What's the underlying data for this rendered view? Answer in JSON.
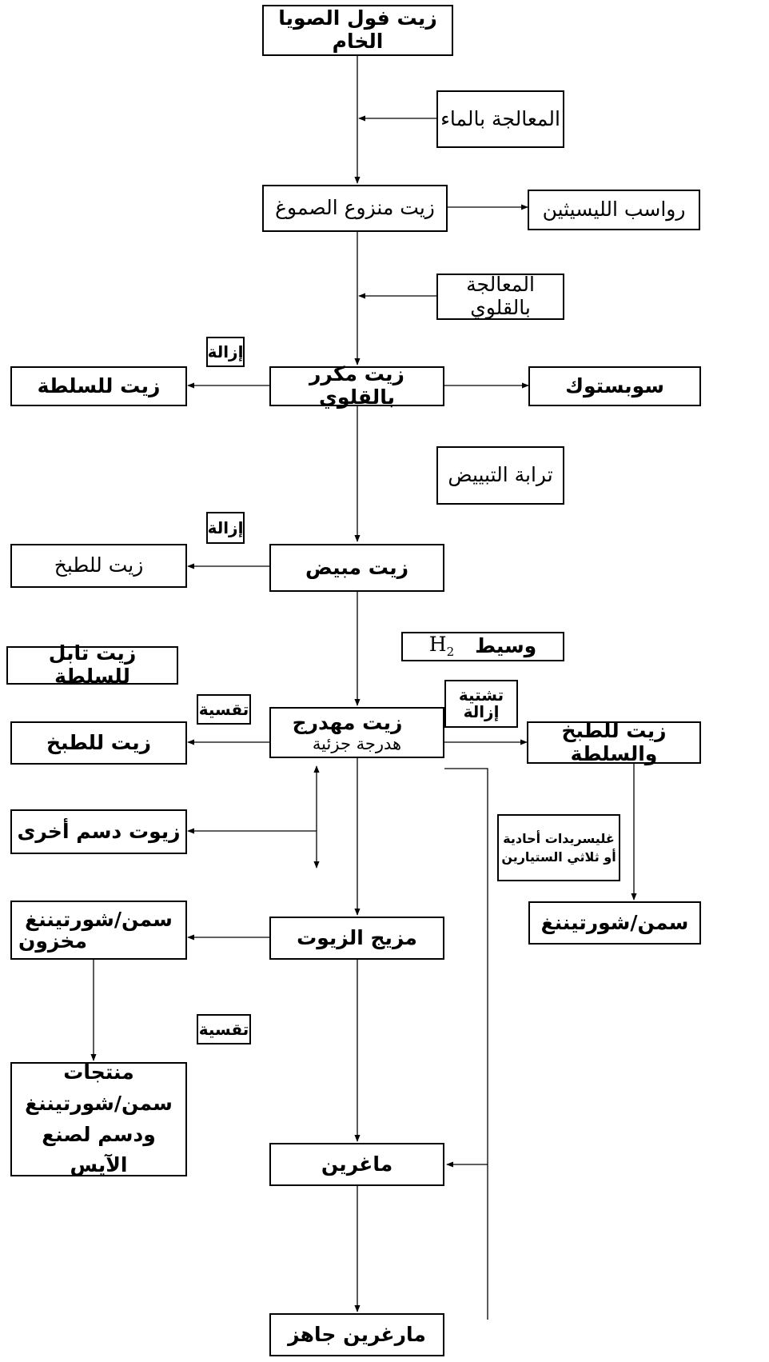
{
  "nodes": {
    "crude_soy_oil": "زيت فول الصويا الخام",
    "water_treatment": "المعالجة بالماء",
    "degummed_oil": "زيت منزوع الصموغ",
    "lecithin_sediment": "رواسب الليسيثين",
    "alkali_treatment": "المعالجة بالقلوي",
    "alkali_refined_oil": "زيت مكرر بالقلوي",
    "salad_oil": "زيت للسلطة",
    "soapstock": "سوبستوك",
    "bleaching_earth": "ترابة التبييض",
    "bleached_oil": "زيت مبيض",
    "cooking_oil_1": "زيت للطبخ",
    "catalyst": "وسيط",
    "h2_symbol": "H",
    "h2_subscript": "2",
    "seasoned_salad_oil": "زيت تابل للسلطة",
    "hydrogenated_oil": "زيت مهدرج",
    "partial_hydrogenation": "هدرجة جزئية",
    "cooking_oil_2": "زيت للطبخ",
    "cooking_salad_oil": "زيت للطبخ والسلطة",
    "other_fats": "زيوت دسم أخرى",
    "glycerides_line1": "غليسريدات أحادية",
    "glycerides_line2": "أو ثلاثي الستيارين",
    "oil_blend": "مزيج الزيوت",
    "stored_shortening_line1": "سمن/شورتيننغ",
    "stored_shortening_line2": "مخزون",
    "shortening": "سمن/شورتيننغ",
    "margarine": "ماغرين",
    "products_line1": "منتجات",
    "products_line2": "سمن/شورتيننغ",
    "products_line3": "ودسم لصنع الآيس",
    "ready_margarine": "مارغرين جاهز"
  },
  "tags": {
    "removal_1": "إزالة",
    "removal_2": "إزالة",
    "winterization": "تشتية",
    "removal_3": "إزالة",
    "tempering_1": "تقسية",
    "tempering_2": "تقسية"
  }
}
